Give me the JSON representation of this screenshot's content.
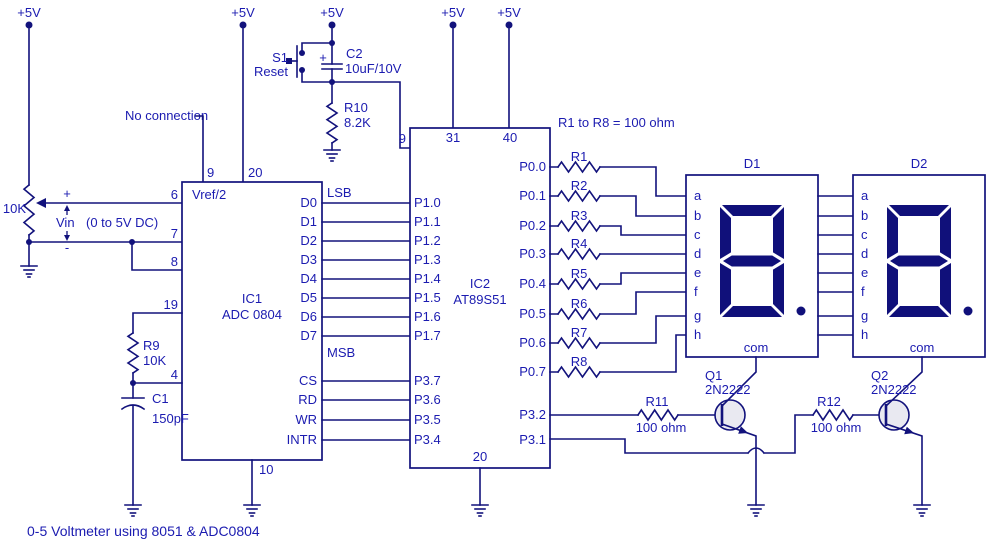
{
  "caption": "0-5 Voltmeter using 8051 & ADC0804",
  "supply_label": "+5V",
  "no_connection": "No connection",
  "resistor_note": "R1 to R8 = 100 ohm",
  "pot": {
    "value": "10K",
    "plus": "+",
    "minus": "-",
    "vin": "Vin",
    "range": "(0 to 5V DC)"
  },
  "s1": {
    "name": "S1",
    "label": "Reset"
  },
  "c2": {
    "name": "C2",
    "value": "10uF/10V",
    "plus": "+"
  },
  "r9": {
    "name": "R9",
    "value": "10K"
  },
  "r10": {
    "name": "R10",
    "value": "8.2K"
  },
  "c1": {
    "name": "C1",
    "value": "150pF"
  },
  "r11": {
    "name": "R11",
    "value": "100 ohm"
  },
  "r12": {
    "name": "R12",
    "value": "100 ohm"
  },
  "q1": {
    "name": "Q1",
    "part": "2N2222"
  },
  "q2": {
    "name": "Q2",
    "part": "2N2222"
  },
  "ic1": {
    "name": "IC1",
    "part": "ADC 0804",
    "vref": "Vref/2",
    "lsb": "LSB",
    "msb": "MSB",
    "pin_top_left": "9",
    "pin_top_right": "20",
    "pin_bottom": "10",
    "pins_left": [
      "6",
      "7",
      "8",
      "19",
      "4"
    ],
    "pins_data": [
      "D0",
      "D1",
      "D2",
      "D3",
      "D4",
      "D5",
      "D6",
      "D7"
    ],
    "pins_ctrl": [
      "CS",
      "RD",
      "WR",
      "INTR"
    ]
  },
  "ic2": {
    "name": "IC2",
    "part": "AT89S51",
    "pin9": "9",
    "pin31": "31",
    "pin40": "40",
    "pin20": "20",
    "pins_p1": [
      "P1.0",
      "P1.1",
      "P1.2",
      "P1.3",
      "P1.4",
      "P1.5",
      "P1.6",
      "P1.7"
    ],
    "pins_p3_left": [
      "P3.7",
      "P3.6",
      "P3.5",
      "P3.4"
    ],
    "pins_p0": [
      "P0.0",
      "P0.1",
      "P0.2",
      "P0.3",
      "P0.4",
      "P0.5",
      "P0.6",
      "P0.7"
    ],
    "pins_p3_right": [
      "P3.2",
      "P3.1"
    ]
  },
  "resistor_labels": [
    "R1",
    "R2",
    "R3",
    "R4",
    "R5",
    "R6",
    "R7",
    "R8"
  ],
  "d1": {
    "name": "D1",
    "segments": [
      "a",
      "b",
      "c",
      "d",
      "e",
      "f",
      "g",
      "h"
    ],
    "common": "com"
  },
  "d2": {
    "name": "D2",
    "segments": [
      "a",
      "b",
      "c",
      "d",
      "e",
      "f",
      "g",
      "h"
    ],
    "common": "com"
  },
  "colors": {
    "wire": "#12127c",
    "text": "#1b1bb0",
    "segment_fill": "#10107a",
    "background": "#ffffff"
  }
}
